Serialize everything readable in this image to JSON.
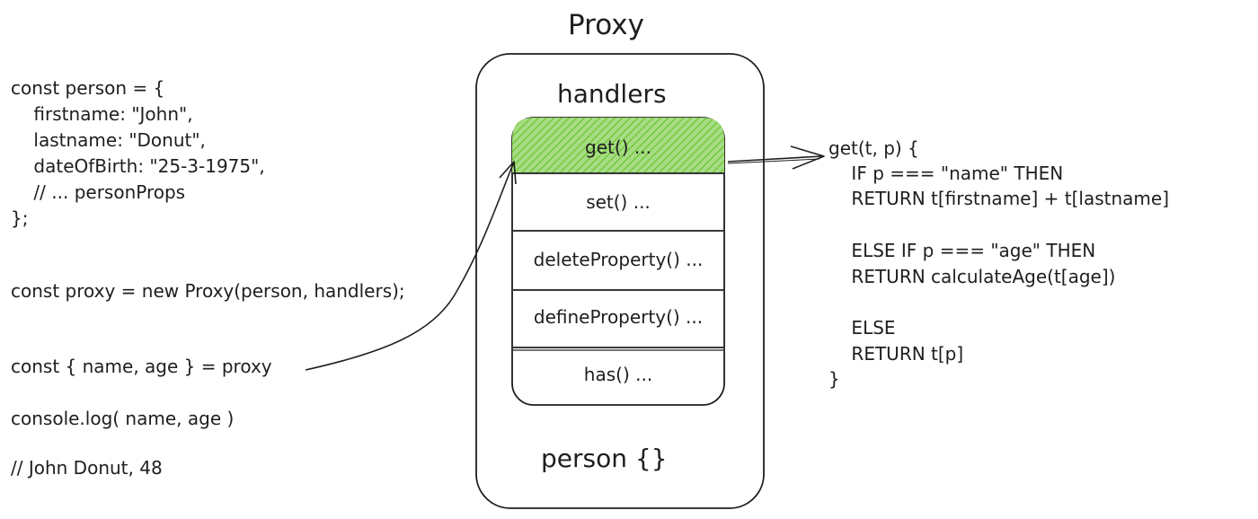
{
  "proxy_title": "Proxy",
  "handlers_title": "handlers",
  "target_label": "person {}",
  "highlight_color": "#6cc52f",
  "handlers": [
    {
      "label": "get() ..."
    },
    {
      "label": "set() ..."
    },
    {
      "label": "deleteProperty() ..."
    },
    {
      "label": "defineProperty() ..."
    },
    {
      "label": "has() ..."
    }
  ],
  "left_code": {
    "person_lines": [
      "const person = {",
      "    firstname: \"John\",",
      "    lastname: \"Donut\",",
      "    dateOfBirth: \"25-3-1975\",",
      "    // ... personProps",
      "};"
    ],
    "proxy_line": "const proxy = new Proxy(person, handlers);",
    "destructure_line": "const { name, age } = proxy",
    "log_line": "console.log( name, age )",
    "result_comment": "// John Donut, 48"
  },
  "right_code": {
    "lines": [
      "get(t, p) {",
      "    IF p === \"name\" THEN",
      "    RETURN t[firstname] + t[lastname]",
      "",
      "    ELSE IF p === \"age\" THEN",
      "    RETURN calculateAge(t[age])",
      "",
      "    ELSE",
      "    RETURN t[p]",
      "}"
    ]
  }
}
